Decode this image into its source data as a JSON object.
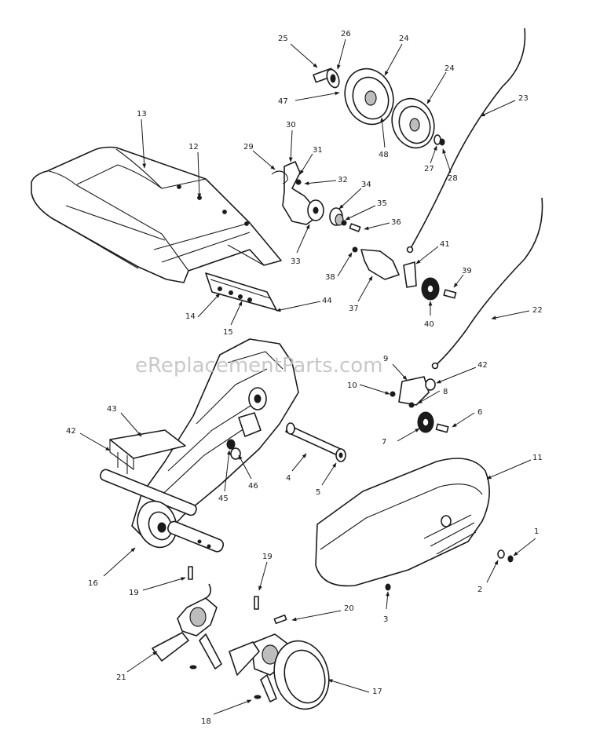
{
  "watermark": "eReplacementParts.com",
  "callouts": [
    "1",
    "2",
    "3",
    "4",
    "5",
    "6",
    "7",
    "8",
    "9",
    "10",
    "11",
    "12",
    "13",
    "14",
    "15",
    "16",
    "17",
    "18",
    "19",
    "19",
    "20",
    "21",
    "22",
    "23",
    "24",
    "24",
    "25",
    "26",
    "27",
    "28",
    "29",
    "30",
    "31",
    "32",
    "33",
    "34",
    "35",
    "36",
    "37",
    "38",
    "39",
    "40",
    "41",
    "42",
    "42",
    "43",
    "44",
    "45",
    "46",
    "47",
    "48"
  ],
  "colors": {
    "line": "#1a1a1a",
    "shade": "#bdbdbd",
    "watermark": "#bfbfbf",
    "background": "#ffffff"
  }
}
